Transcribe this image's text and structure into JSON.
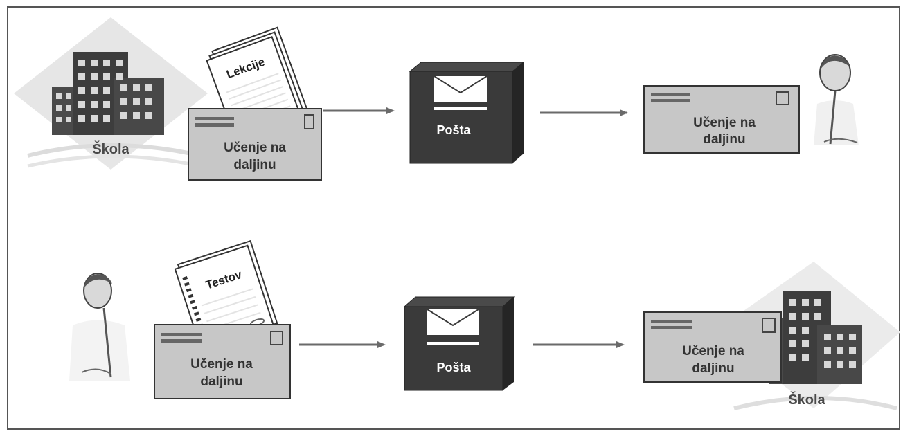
{
  "row1": {
    "school_label": "Škola",
    "document_label": "Lekcije",
    "envelope_label_line1": "Učenje na",
    "envelope_label_line2": "daljinu",
    "post_label": "Pošta",
    "received_label_line1": "Učenje na",
    "received_label_line2": "daljinu"
  },
  "row2": {
    "document_label": "Testov",
    "envelope_label_line1": "Učenje na",
    "envelope_label_line2": "daljinu",
    "post_label": "Pošta",
    "received_label_line1": "Učenje na",
    "received_label_line2": "daljinu",
    "school_label": "Škola"
  },
  "colors": {
    "envelope_fill": "#c7c7c7",
    "post_box_front": "#3a3a3a",
    "post_box_side": "#252525",
    "arrow": "#6a6a6a",
    "building": "#4a4a4a"
  }
}
